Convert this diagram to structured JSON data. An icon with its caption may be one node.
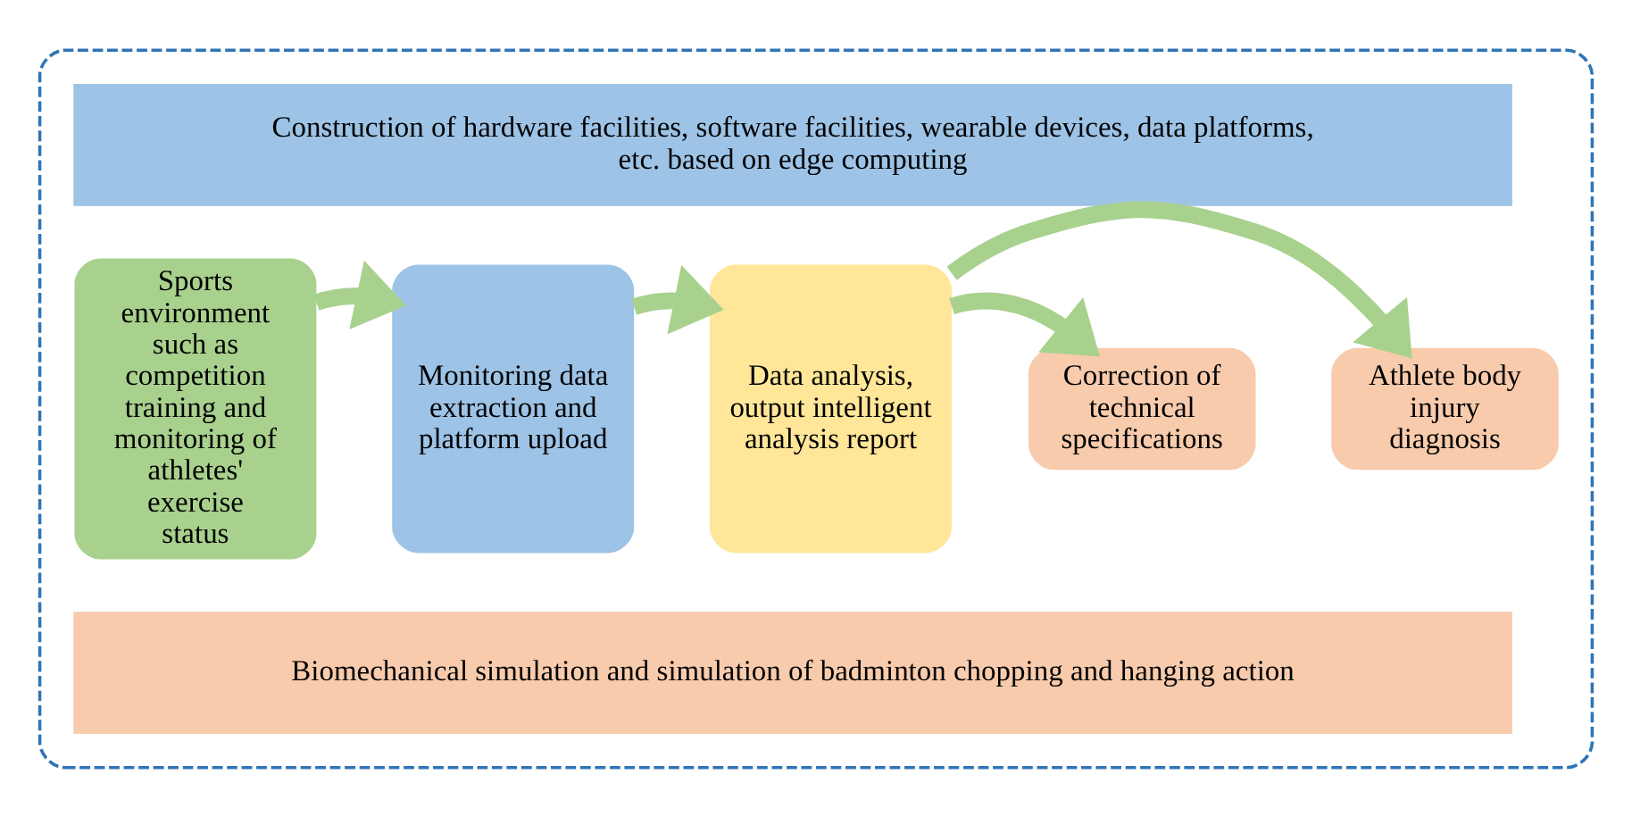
{
  "diagram": {
    "nodes": [
      {
        "text": [],
        "shape": "box"
      },
      {
        "text": [
          "Construction of hardware facilities, software facilities, wearable devices, data platforms, etc. based on edge computing"
        ],
        "in": 0
      },
      {
        "text": [
          "Sports environment such as competition training and monitoring of athletes' exercise status"
        ],
        "in": 0
      },
      {
        "text": [
          "Monitoring data extraction and platform upload"
        ],
        "in": 0
      },
      {
        "text": [
          "Data analysis, output intelligent analysis report"
        ],
        "in": 0
      },
      {
        "text": [
          "Correction of technical specifications"
        ],
        "in": 0
      },
      {
        "text": [
          "Athlete body injury diagnosis"
        ],
        "in": 0
      },
      {
        "text": [
          "Biomechanical simulation and simulation of badminton chopping and hanging action"
        ],
        "in": 0
      }
    ],
    "edges": [
      {
        "from": 2,
        "to": 3,
        "arrow": "to"
      },
      {
        "from": 3,
        "to": 4,
        "arrow": "to"
      },
      {
        "from": 4,
        "to": 5,
        "arrow": "to"
      },
      {
        "from": 4,
        "to": 6,
        "arrow": "to"
      }
    ]
  }
}
